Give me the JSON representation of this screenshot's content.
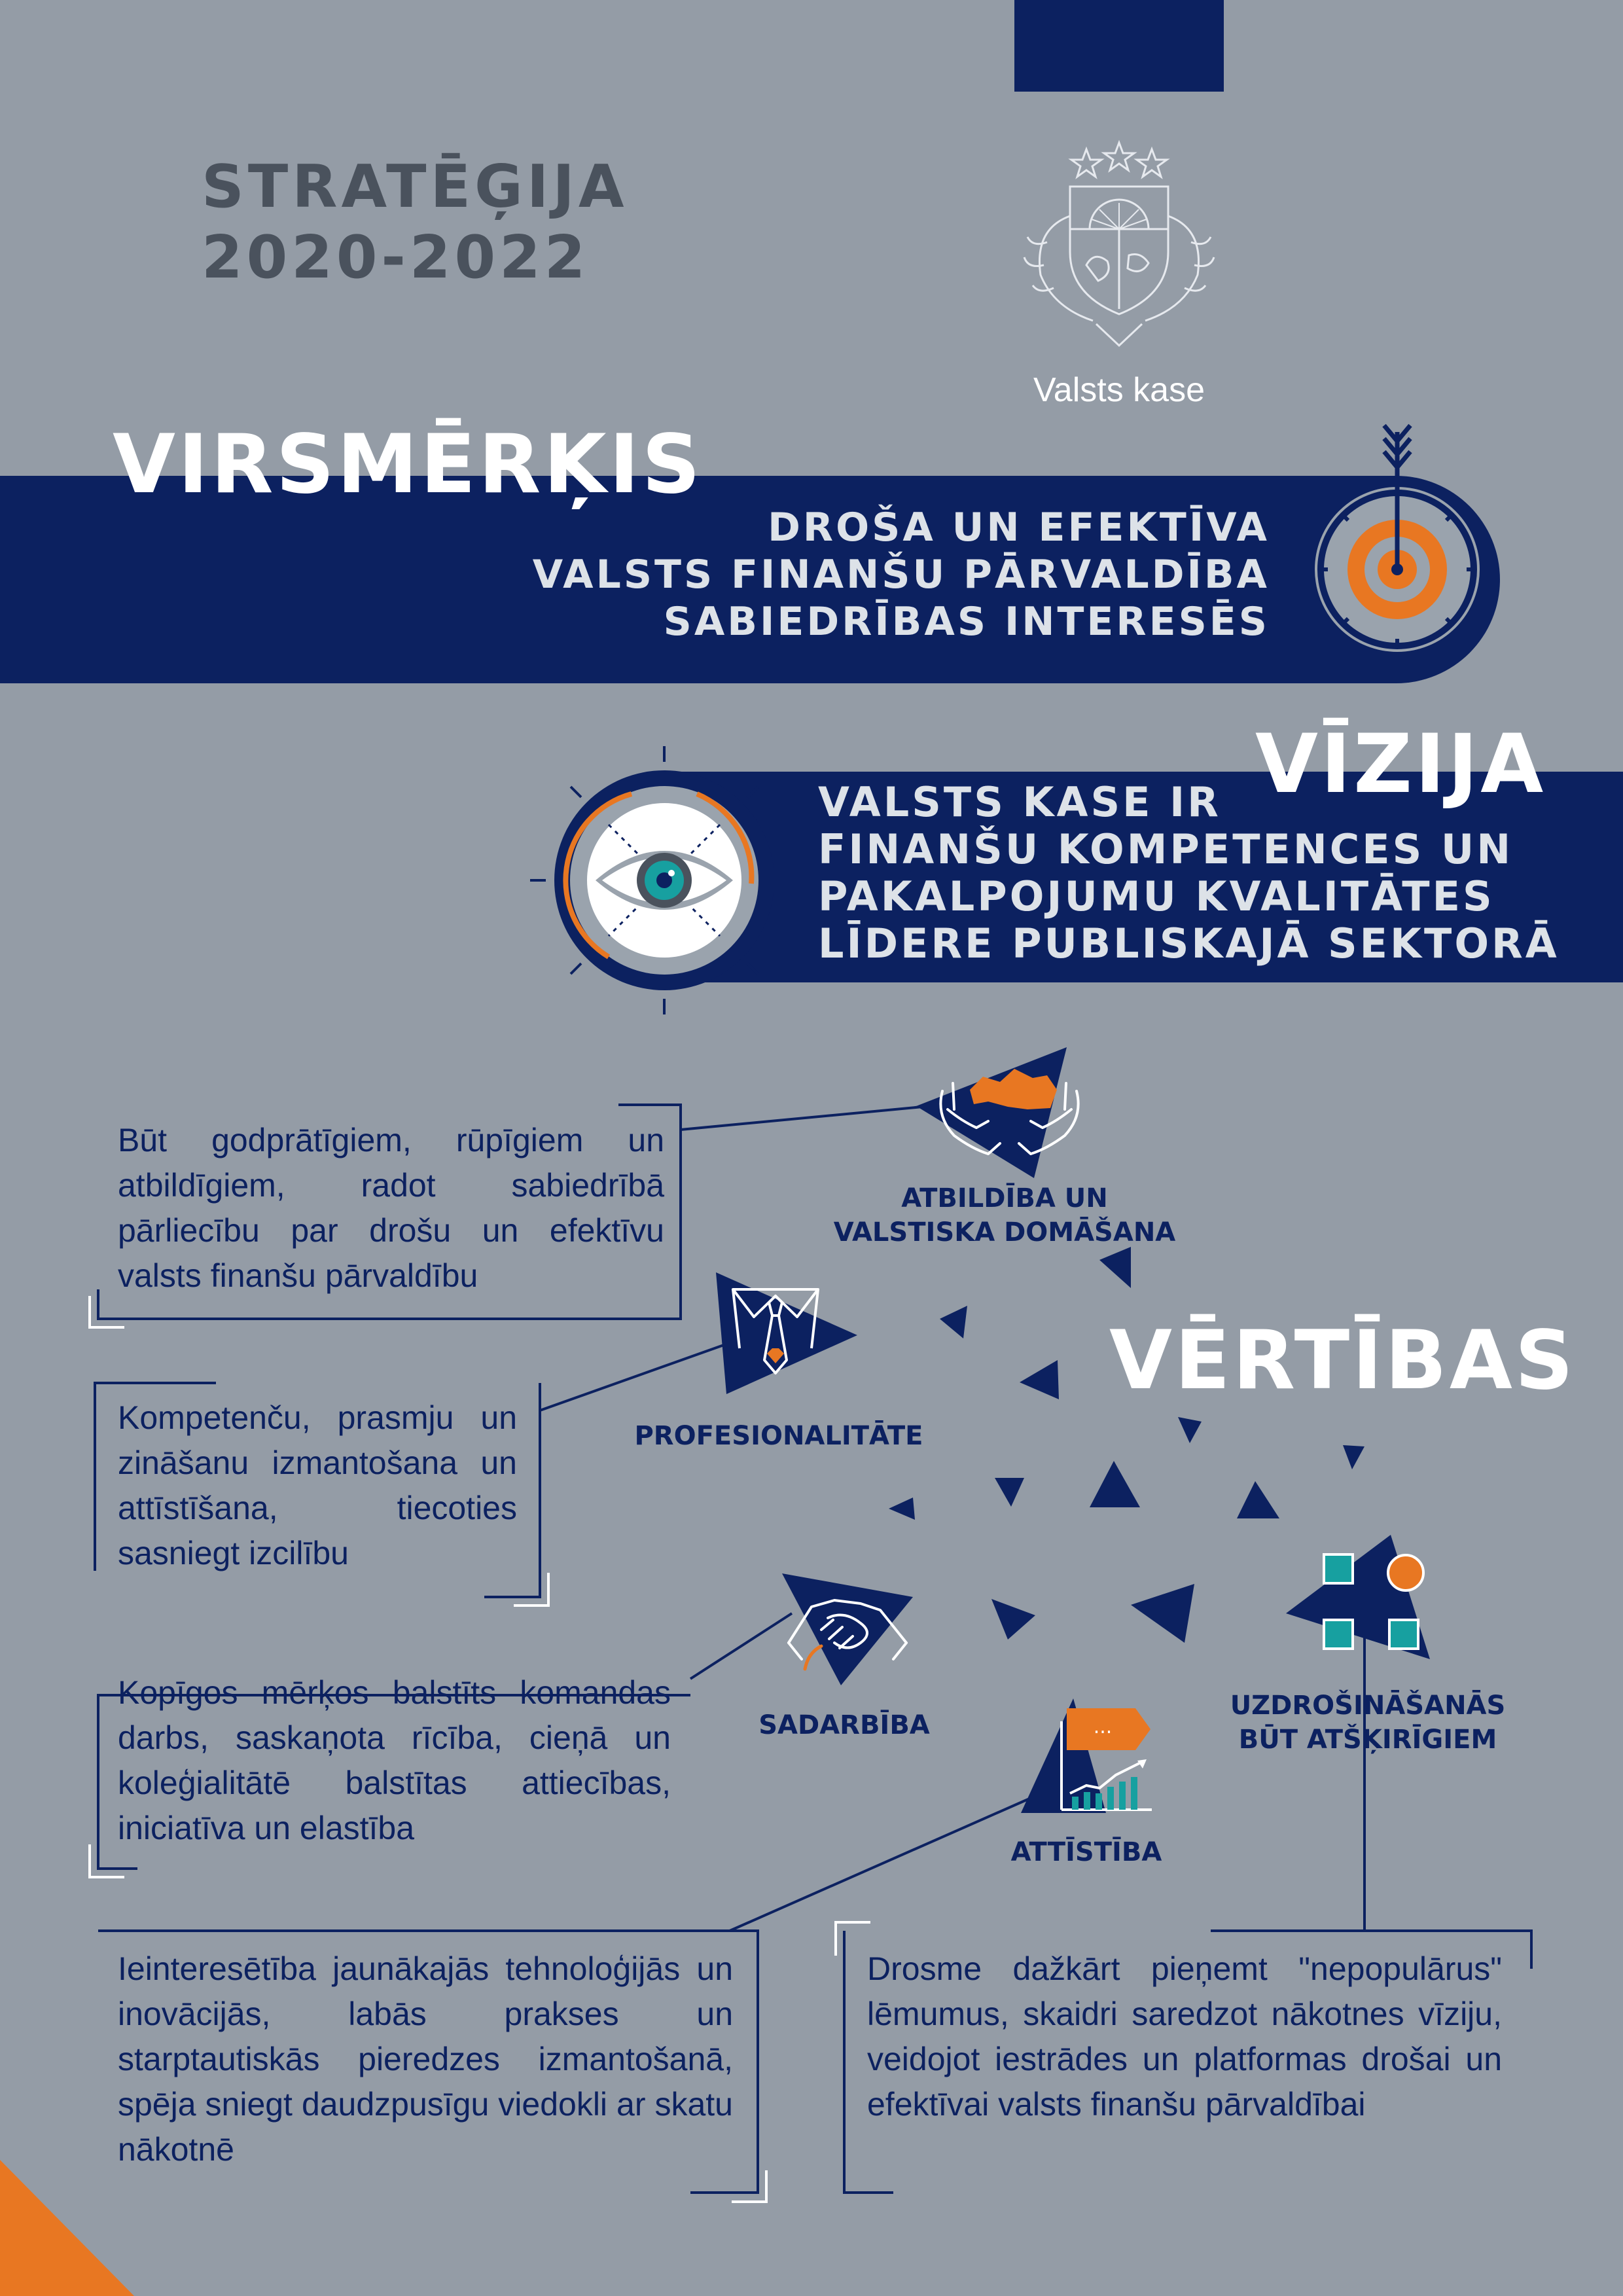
{
  "header": {
    "strategy_line1": "STRATĒĢIJA",
    "strategy_line2": "2020-2022",
    "logo_caption": "Valsts kase"
  },
  "virsmerkis": {
    "title": "VIRSMĒRĶIS",
    "lines": [
      "DROŠA UN EFEKTĪVA",
      "VALSTS FINANŠU PĀRVALDĪBA",
      "SABIEDRĪBAS INTERESĒS"
    ]
  },
  "vizija": {
    "title": "VĪZIJA",
    "lines": [
      "VALSTS KASE IR",
      "FINANŠU KOMPETENCES UN",
      "PAKALPOJUMU KVALITĀTES",
      "LĪDERE PUBLISKAJĀ SEKTORĀ"
    ]
  },
  "vertibas": {
    "title": "VĒRTĪBAS",
    "items": [
      {
        "label": "ATBILDĪBA UN VALSTISKA DOMĀŠANA",
        "description": "Būt godprātīgiem, rūpīgiem un atbildīgiem, radot sabiedrībā pārliecību par drošu un efektīvu valsts finanšu pārvaldību"
      },
      {
        "label": "PROFESIONALITĀTE",
        "description": "Kompetenču, prasmju un zināšanu izmantošana un attīstīšana, tiecoties sasniegt izcilību"
      },
      {
        "label": "SADARBĪBA",
        "description": "Kopīgos mērķos balstīts komandas darbs, saskaņota rīcība, cieņā un koleģialitātē balstītas attiecības, iniciatīva un elastība"
      },
      {
        "label": "ATTĪSTĪBA",
        "description": "Ieinteresētība jaunākajās tehnoloģijās un inovācijās, labās prakses un starptautiskās pieredzes izmantošanā, spēja sniegt daudzpusīgu viedokli ar skatu nākotnē"
      },
      {
        "label": "UZDROŠINĀŠANĀS BŪT ATŠĶIRĪGIEM",
        "description": "Drosme dažkārt pieņemt \"nepopulārus\" lēmumus, skaidri saredzot nākotnes vīziju, veidojot iestrādes un platformas drošai un efektīvai valsts finanšu pārvaldībai"
      }
    ],
    "flag_text": "..."
  },
  "colors": {
    "background": "#949ca6",
    "navy": "#0c2160",
    "orange": "#e87722",
    "teal": "#17a0a0",
    "title_gray": "#4a525d"
  }
}
